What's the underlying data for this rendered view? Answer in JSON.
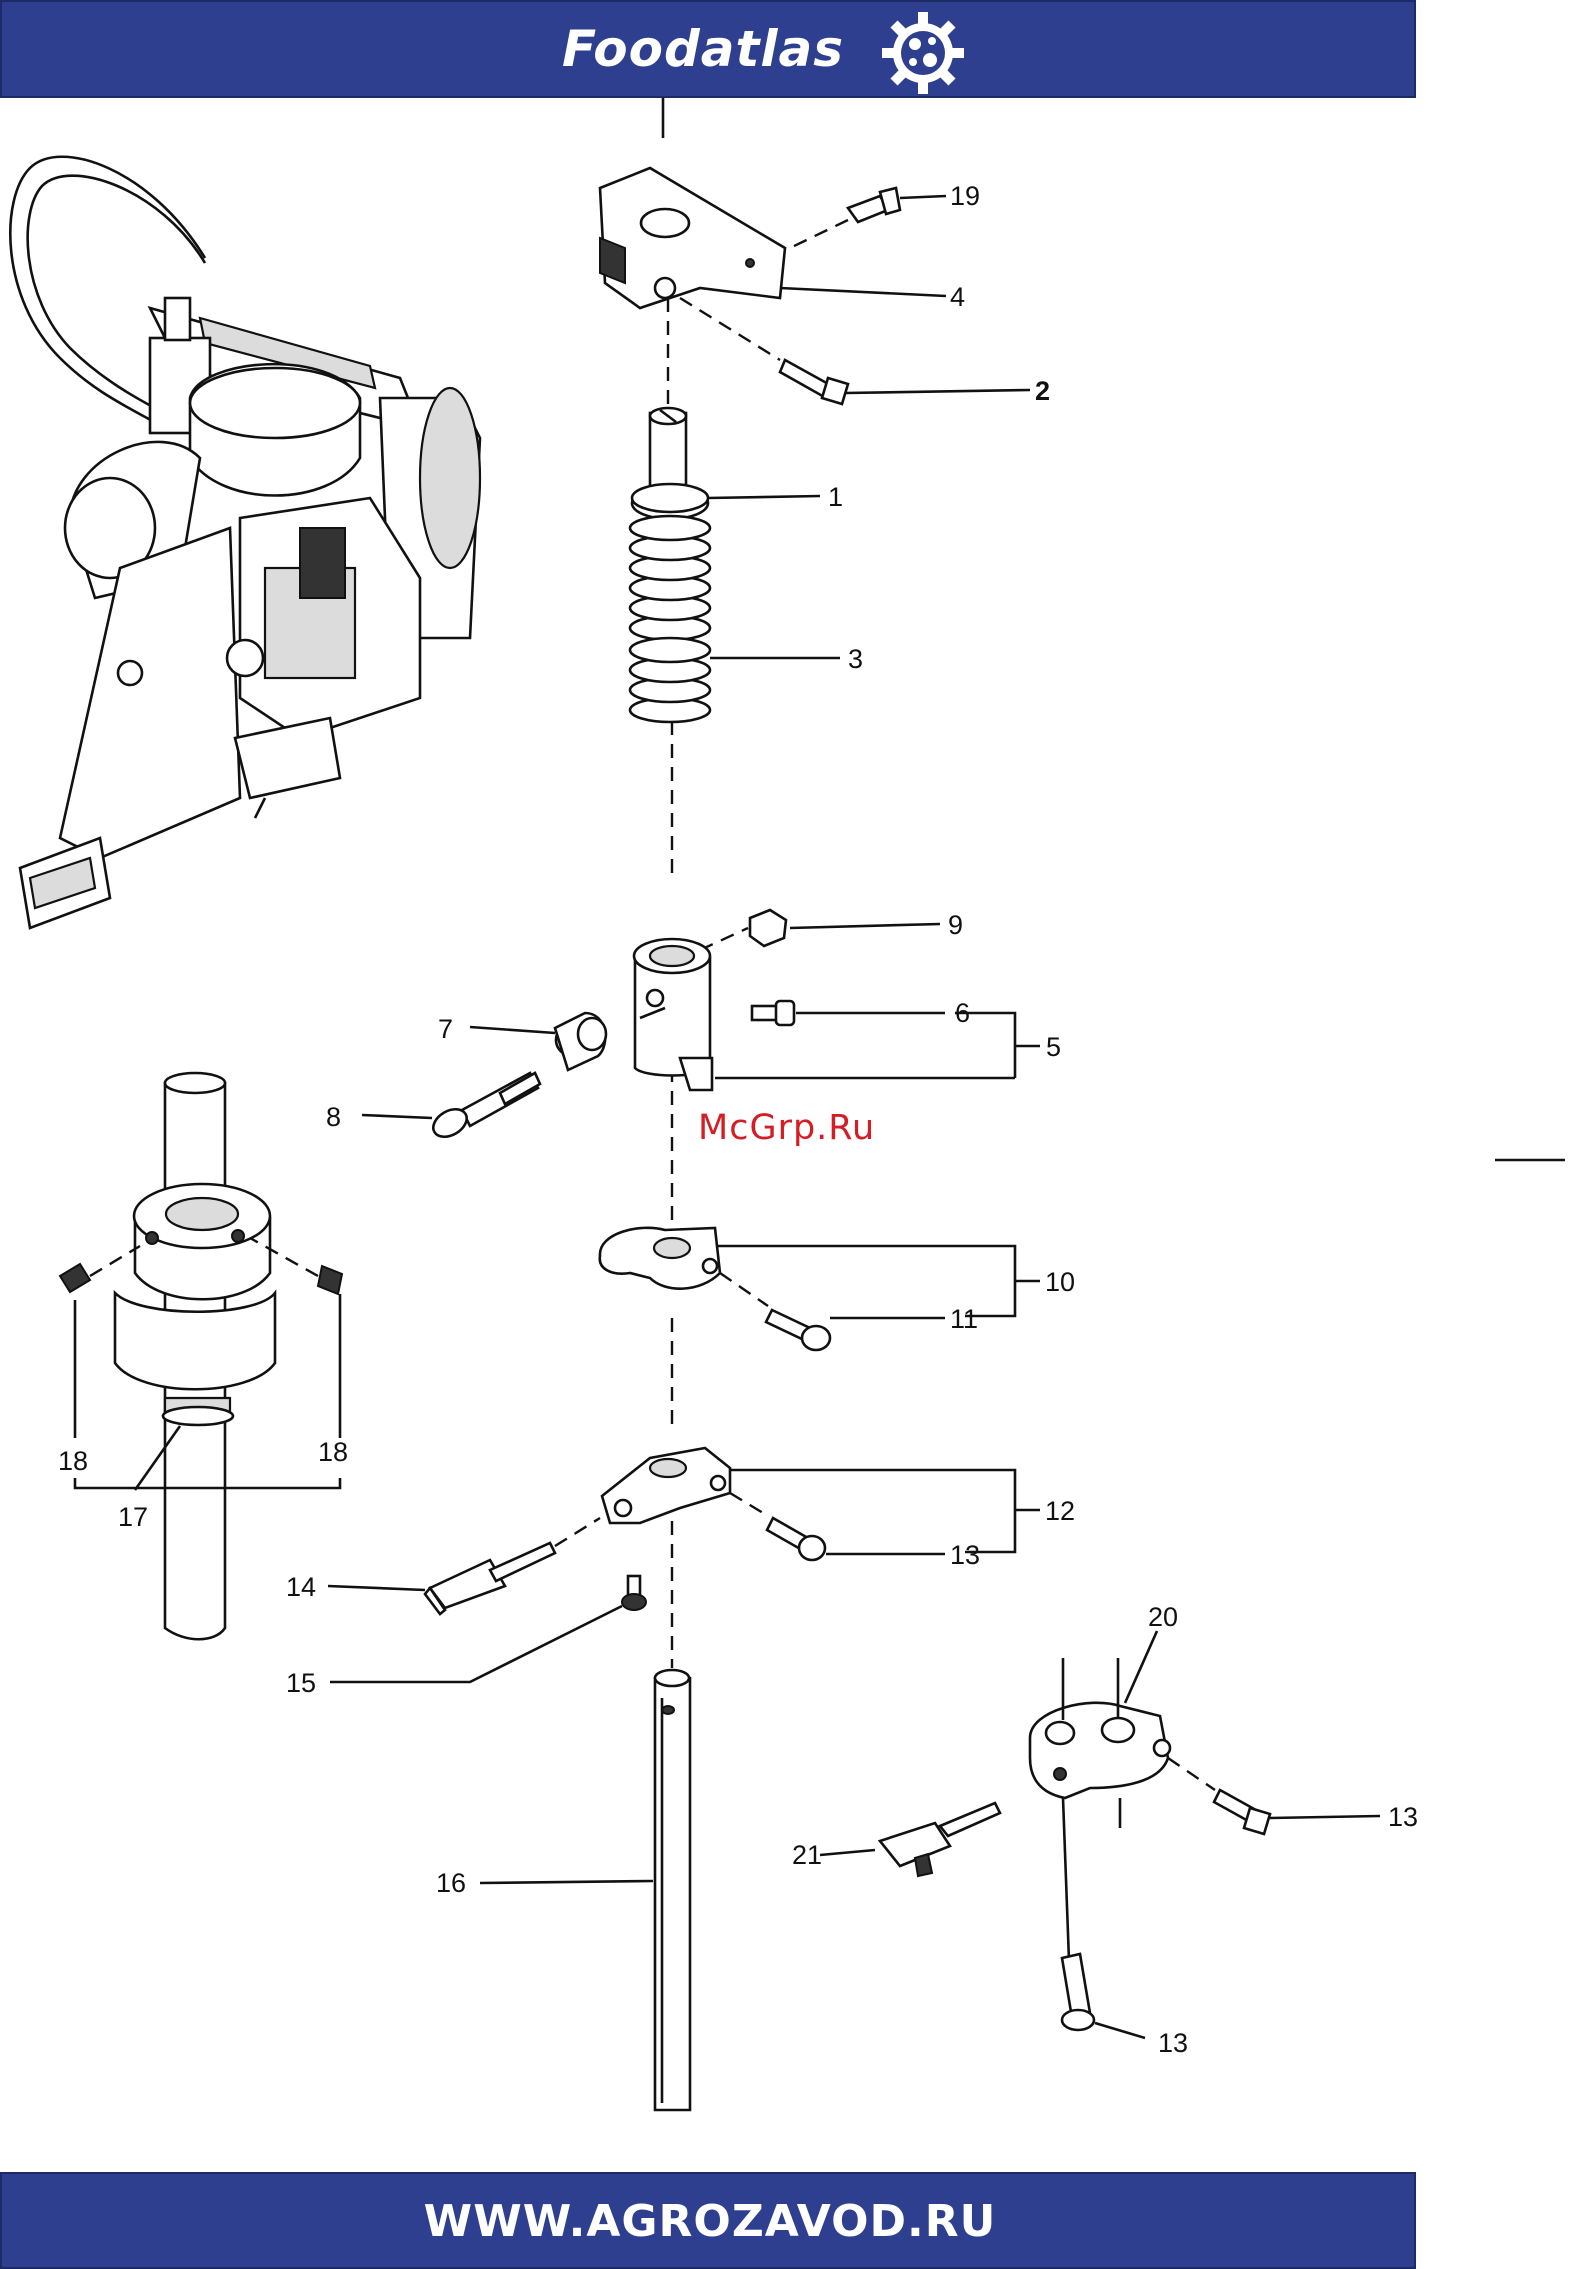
{
  "header": {
    "brand": "Foodatlas",
    "logo_icon": "gear-globe-icon",
    "background": "#2e3f8f"
  },
  "watermark": "McGrp.Ru",
  "footer": {
    "url": "WWW.AGROZAVOD.RU",
    "background": "#2e3f8f"
  },
  "callouts": [
    "19",
    "4",
    "2",
    "1",
    "3",
    "9",
    "6",
    "5",
    "7",
    "8",
    "10",
    "11",
    "12",
    "13",
    "14",
    "15",
    "16",
    "18",
    "18",
    "17",
    "20",
    "13",
    "21",
    "13"
  ]
}
